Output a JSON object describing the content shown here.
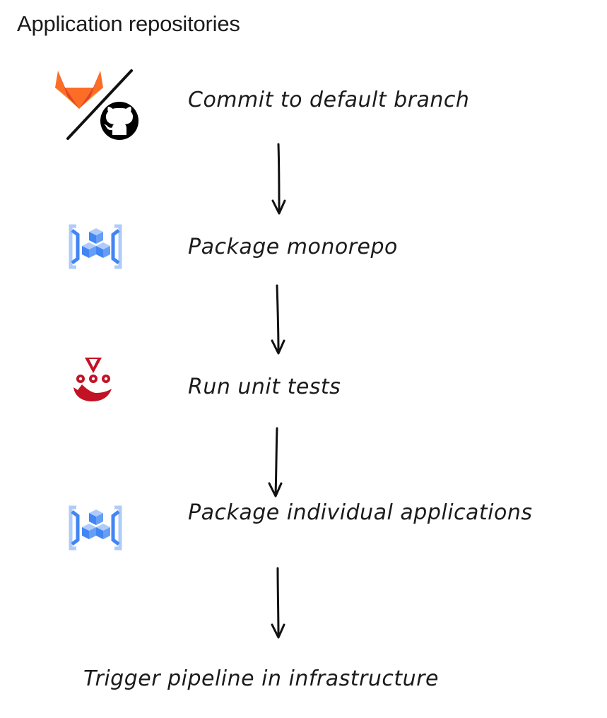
{
  "title": "Application repositories",
  "steps": [
    {
      "label": "Commit to default branch",
      "icon": "gitlab-github-icon"
    },
    {
      "label": "Package monorepo",
      "icon": "cloud-build-icon"
    },
    {
      "label": "Run unit tests",
      "icon": "jest-icon"
    },
    {
      "label": "Package individual applications",
      "icon": "cloud-build-icon"
    },
    {
      "label": "Trigger pipeline in infrastructure",
      "icon": ""
    }
  ],
  "colors": {
    "gitlab_orange": "#e24329",
    "gitlab_light": "#fc6d26",
    "gitlab_yellow": "#fca326",
    "github_black": "#000000",
    "cloud_build_blue": "#4285f4",
    "cloud_build_light": "#aecbfa",
    "jest_red": "#c21325",
    "text": "#1b1b1b"
  }
}
